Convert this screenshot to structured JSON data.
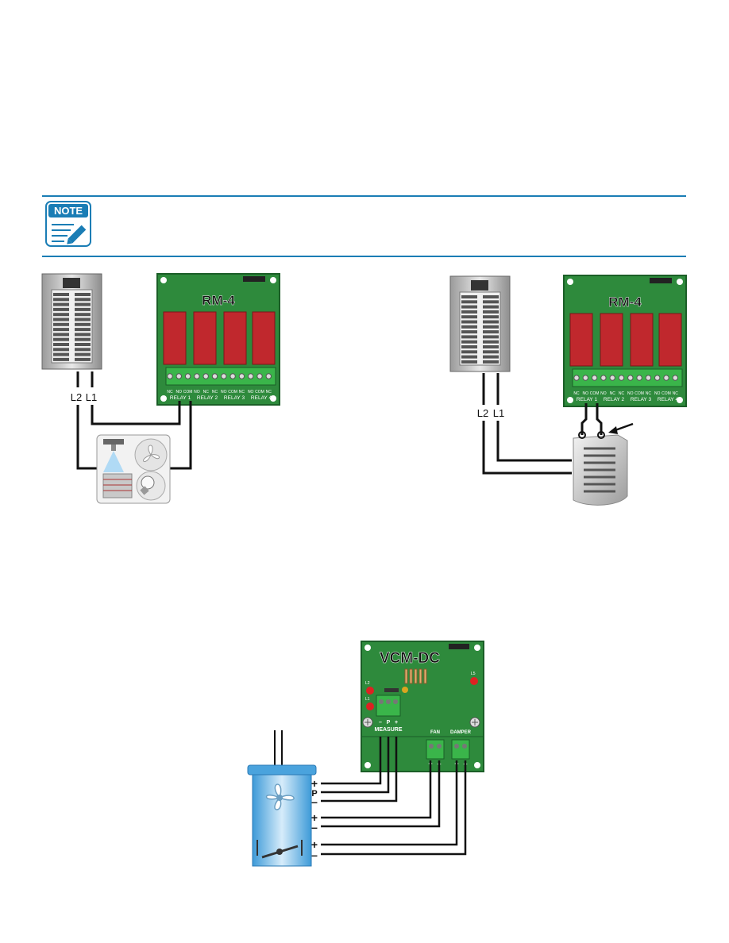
{
  "note": {
    "badge": "NOTE"
  },
  "panel_left": {
    "board_title": "RM-4",
    "terminals": [
      "NC",
      "NO",
      "COM",
      "NO",
      "NC",
      "NC",
      "NO",
      "COM",
      "NC",
      "NO",
      "COM",
      "NC"
    ],
    "relay_labels": [
      "RELAY 1",
      "RELAY 2",
      "RELAY 3",
      "RELAY 4"
    ],
    "line_labels": [
      "L2",
      "L1"
    ]
  },
  "panel_right": {
    "board_title": "RM-4",
    "terminals": [
      "NC",
      "NO",
      "COM",
      "NO",
      "NC",
      "NC",
      "NO",
      "COM",
      "NC",
      "NO",
      "COM",
      "NC"
    ],
    "relay_labels": [
      "RELAY 1",
      "RELAY 2",
      "RELAY 3",
      "RELAY 4"
    ],
    "line_labels": [
      "L2",
      "L1"
    ]
  },
  "vcm": {
    "board_title": "VCM-DC",
    "led_left_top": "L2",
    "led_left_bottom": "L1",
    "led_right": "L5",
    "measure_pins": [
      "–",
      "P",
      "+"
    ],
    "measure_label": "MEASURE",
    "fan_label": "FAN",
    "damper_label": "DAMPER",
    "fan_pins": [
      "+",
      "–"
    ],
    "damper_pins": [
      "+",
      "–"
    ],
    "wire_labels": [
      "+",
      "P",
      "–",
      "+",
      "–",
      "+",
      "–"
    ]
  },
  "colors": {
    "rule": "#1a7db5",
    "board": "#2e8a3c",
    "terminal": "#3ab54a"
  }
}
